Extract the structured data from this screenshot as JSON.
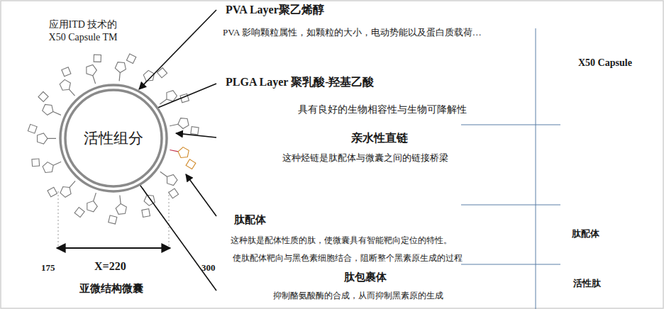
{
  "diagram": {
    "nodes": [
      {
        "text": [
          "活性组分"
        ]
      }
    ],
    "labels": [
      "应用ITD 技术的 X50 Capsule TM",
      "PVA Layer聚乙烯醇",
      "PVA 影响颗粒属性，如颗粒的大小，电动势能以及蛋白质载荷…",
      "PLGA Layer 聚乳酸-羟基乙酸",
      "具有良好的生物相容性与生物可降解性",
      "亲水性直链",
      "这种烃链是肽配体与微囊之间的链接桥梁",
      "肽配体",
      "这种肽是配体性质的肽，使微囊具有智能靶向定位的特性。",
      "使肽配体靶向与黑色素细胞结合，阻断整个黑素原生成的过程",
      "肽包裹体",
      "抑制酪氨酸酶的合成，从而抑制黑素原的生成",
      "175",
      "X=220",
      "300",
      "亚微结构微囊",
      "X50 Capsule",
      "肽配体",
      "活性肽"
    ]
  }
}
